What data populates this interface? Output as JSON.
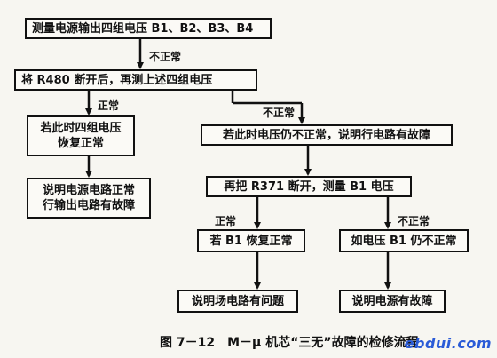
{
  "nodes": {
    "n1": "测量电源输出四组电压 B1、B2、B3、B4",
    "n2": "将 R480 断开后，再测上述四组电压",
    "n3": [
      "若此时四组电压",
      "恢复正常"
    ],
    "n4": "若此时电压仍不正常，说明行电路有故障",
    "n5": [
      "说明电源电路正常",
      "行输出电路有故障"
    ],
    "n6": "再把 R371 断开，测量 B1 电压",
    "n7": "若 B1 恢复正常",
    "n8": "如电压 B1 仍不正常",
    "n9": "说明场电路有问题",
    "n10": "说明电源有故障"
  },
  "edge_labels": {
    "abnormal": "不正常",
    "normal": "正常"
  },
  "caption": "图 7－12　M－μ 机芯“三无”故障的检修流程",
  "watermark": "ebdui.com"
}
